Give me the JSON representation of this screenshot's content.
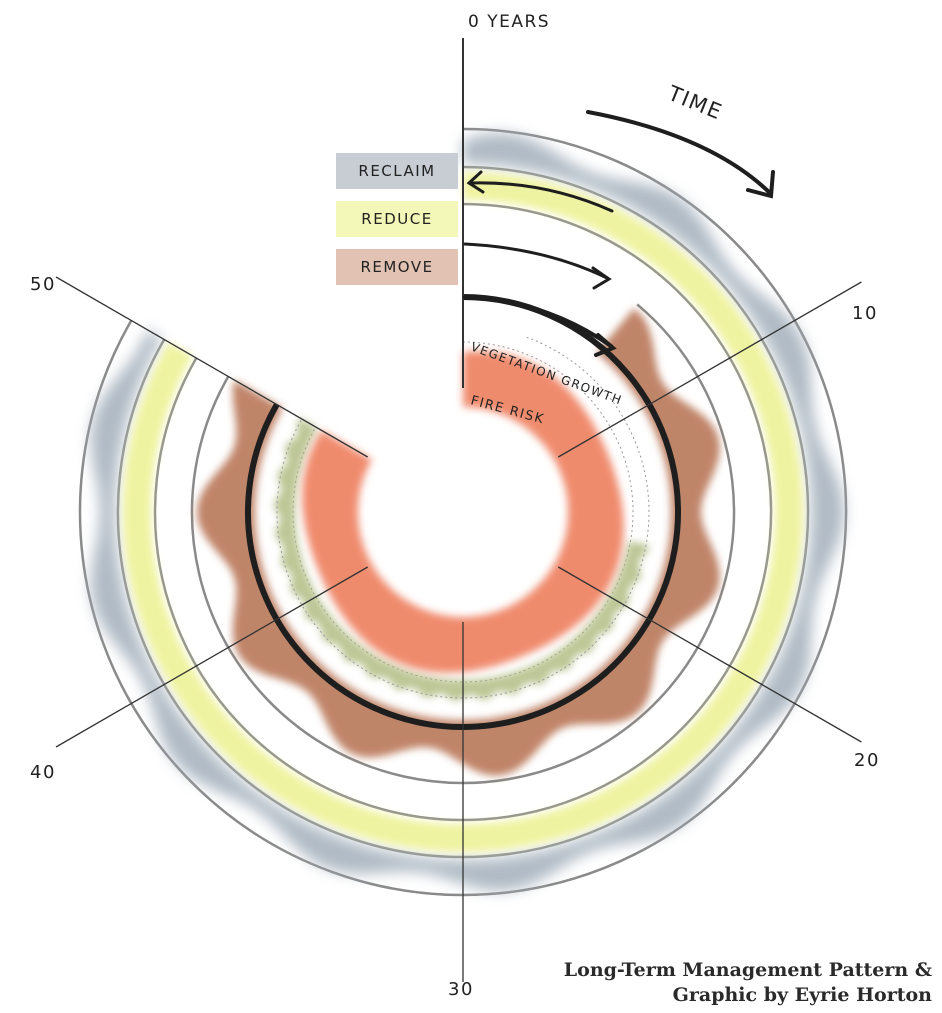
{
  "labels": {
    "start": "0 YEARS",
    "time": "TIME",
    "ticks": [
      "10",
      "20",
      "30",
      "40",
      "50"
    ],
    "vegetation": "VEGETATION GROWTH",
    "fire": "FIRE RISK"
  },
  "legend": {
    "reclaim": "RECLAIM",
    "reduce": "REDUCE",
    "remove": "REMOVE"
  },
  "caption": {
    "line1": "Long-Term Management Pattern &",
    "line2": "Graphic by Eyrie Horton"
  },
  "colors": {
    "reclaim": "#9aa8b5",
    "reduce": "#ecf09a",
    "remove": "#b7775a",
    "fire_risk": "#ee8a6a",
    "vegetation": "#9aa968",
    "ring_line": "#888888",
    "dark_line": "#1e1e1e"
  },
  "chart_data": {
    "type": "radial-timeline",
    "start_label": "0 YEARS",
    "tick_labels": [
      "10",
      "20",
      "30",
      "40",
      "50"
    ],
    "rings": [
      "RECLAIM",
      "REDUCE",
      "REMOVE",
      "VEGETATION GROWTH",
      "FIRE RISK"
    ]
  }
}
